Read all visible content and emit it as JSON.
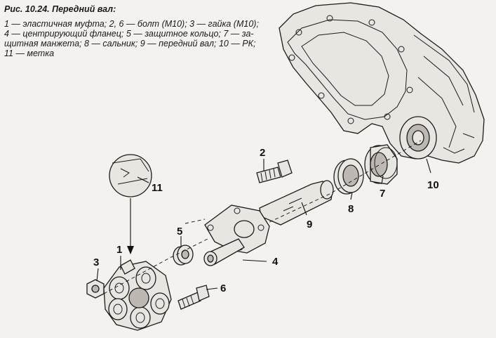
{
  "caption": {
    "title": "Рис. 10.24. Передний вал:",
    "legend_lines": [
      "1 — эластичная муфта; 2, 6 — болт (М10); 3 — гайка (М10);",
      "4 — центрирующий фланец; 5 — защитное кольцо; 7 — за-",
      "щитная манжета; 8 — сальник; 9 — передний вал; 10 — РК;",
      "11 — метка"
    ]
  },
  "callouts": [
    "1",
    "2",
    "3",
    "4",
    "5",
    "6",
    "7",
    "8",
    "9",
    "10",
    "11"
  ]
}
